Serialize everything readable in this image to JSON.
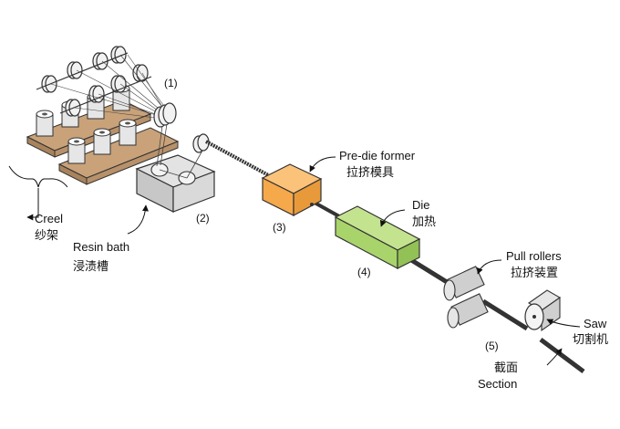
{
  "labels": {
    "step1": "(1)",
    "step2": "(2)",
    "step3": "(3)",
    "step4": "(4)",
    "step5": "(5)",
    "creel_en": "Creel",
    "creel_cn": "纱架",
    "resin_en": "Resin bath",
    "resin_cn": "浸渍槽",
    "predie_en": "Pre-die former",
    "predie_cn": "拉挤模具",
    "die_en": "Die",
    "die_cn": "加热",
    "pull_en": "Pull rollers",
    "pull_cn": "拉挤装置",
    "saw_en": "Saw",
    "saw_cn": "切割机",
    "section_cn": "截面",
    "section_en": "Section"
  },
  "colors": {
    "predie": "#f6a94a",
    "die": "#a9d46b",
    "board": "#c9a27a",
    "bath": "#cfcfcf",
    "rod": "#333333"
  }
}
